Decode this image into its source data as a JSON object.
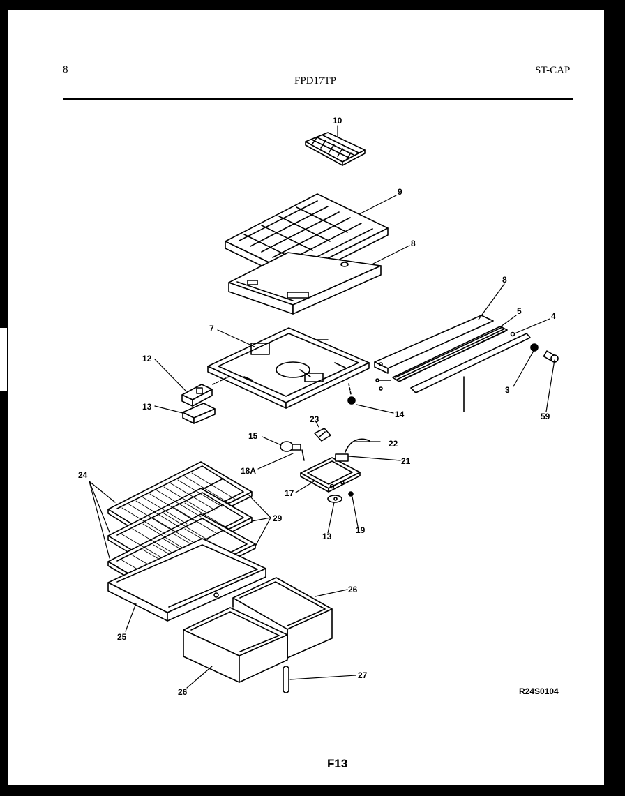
{
  "header": {
    "page_number": "8",
    "model": "FPD17TP",
    "section": "ST-CAP"
  },
  "callouts": {
    "c10": "10",
    "c9": "9",
    "c8a": "8",
    "c8b": "8",
    "c7": "7",
    "c5": "5",
    "c4": "4",
    "c3": "3",
    "c59": "59",
    "c12": "12",
    "c13a": "13",
    "c14": "14",
    "c23": "23",
    "c15": "15",
    "c22": "22",
    "c21": "21",
    "c18a": "18A",
    "c17": "17",
    "c13b": "13",
    "c19": "19",
    "c24": "24",
    "c29": "29",
    "c26a": "26",
    "c25": "25",
    "c26b": "26",
    "c27": "27"
  },
  "footer": {
    "ref_code": "R24S0104",
    "figure_id": "F13"
  }
}
